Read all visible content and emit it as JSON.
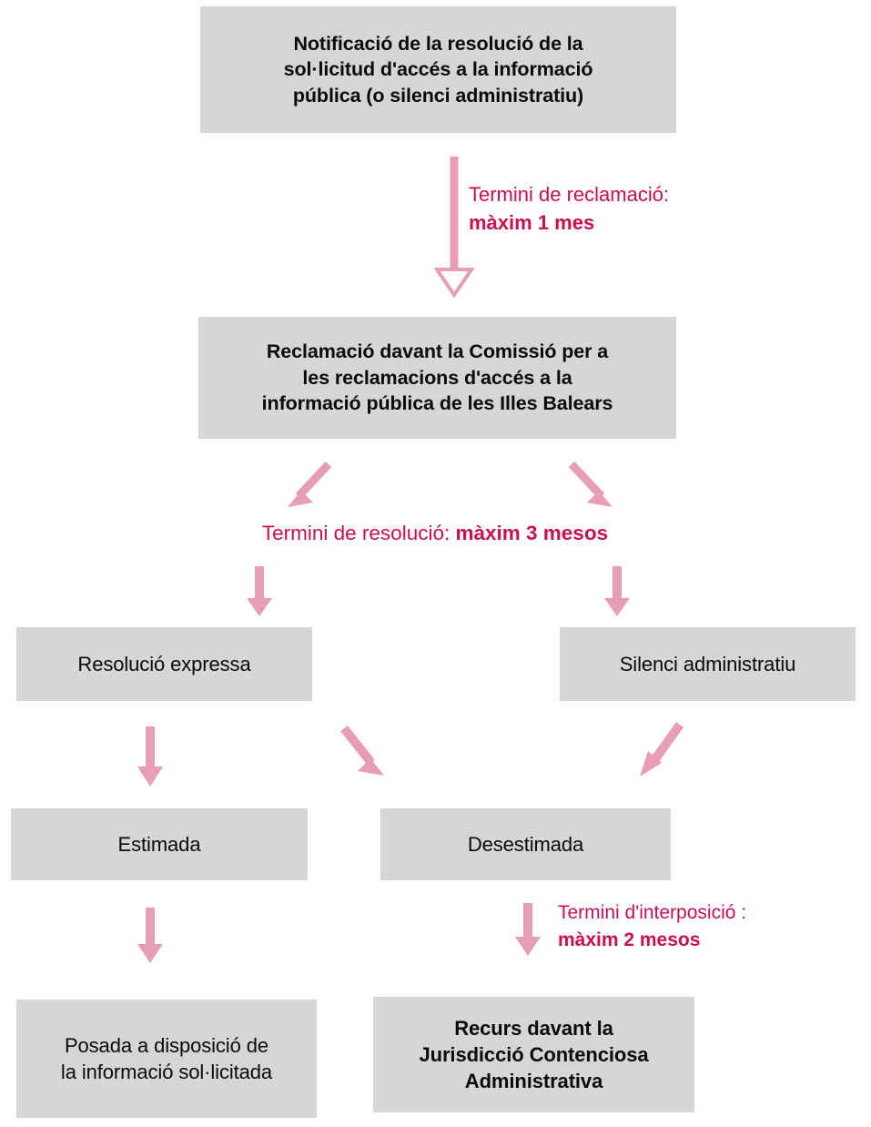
{
  "diagram": {
    "title_text": "Notificació de la resolució de la sol·licitud d'accés a la informació pública (o silenci administratiu)",
    "colors": {
      "node_fill": "#d6d6d6",
      "node_text": "#0a0a0a",
      "arrow_pink": "#e79cb8",
      "label_magenta": "#ca0e4e",
      "background": "#ffffff"
    },
    "nodes": [
      {
        "id": "notificacio",
        "lines": [
          "Notificació de la resolució de la",
          "sol·licitud d'accés a la informació",
          "pública (o silenci administratiu)"
        ]
      },
      {
        "id": "reclamacio",
        "lines": [
          "Reclamació davant la Comissió per a",
          "les reclamacions d'accés  a la",
          "informació pública de les Illes Balears"
        ]
      },
      {
        "id": "resolucio-expressa",
        "lines": [
          "Resolució expressa"
        ]
      },
      {
        "id": "silenci-administratiu",
        "lines": [
          "Silenci administratiu"
        ]
      },
      {
        "id": "estimada",
        "lines": [
          "Estimada"
        ]
      },
      {
        "id": "desestimada",
        "lines": [
          "Desestimada"
        ]
      },
      {
        "id": "posada-disposicio",
        "lines": [
          "Posada a disposició de",
          "la informació sol·licitada"
        ]
      },
      {
        "id": "recurs-jurisdiccio",
        "lines": [
          "Recurs davant la",
          "Jurisdicció Contenciosa",
          "Administrativa"
        ]
      }
    ],
    "labels": [
      {
        "id": "termini-reclamacio",
        "normal": "Termini de reclamació:",
        "bold": "màxim 1 mes"
      },
      {
        "id": "termini-resolucio",
        "normal": "Termini de resolució: ",
        "bold": "màxim 3 mesos"
      },
      {
        "id": "termini-interposicio",
        "normal": "Termini  d'interposició :",
        "bold": "màxim 2 mesos"
      }
    ]
  }
}
